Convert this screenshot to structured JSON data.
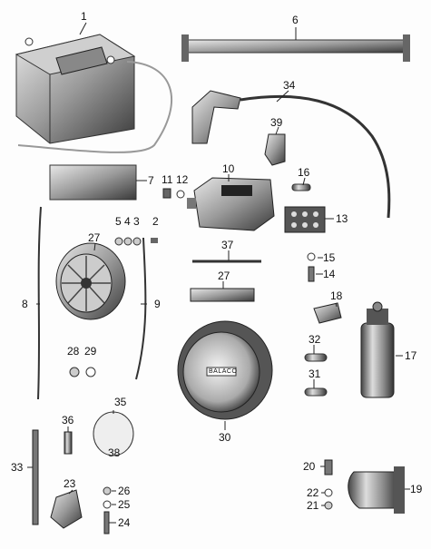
{
  "diagram": {
    "callouts": [
      "1",
      "2",
      "3",
      "4",
      "5",
      "6",
      "7",
      "8",
      "9",
      "10",
      "11",
      "12",
      "13",
      "14",
      "15",
      "16",
      "17",
      "18",
      "19",
      "20",
      "21",
      "22",
      "23",
      "24",
      "25",
      "26",
      "27",
      "27",
      "28",
      "29",
      "30",
      "31",
      "32",
      "33",
      "34",
      "35",
      "36",
      "37",
      "38",
      "39"
    ],
    "logo_text": "BALACO"
  }
}
